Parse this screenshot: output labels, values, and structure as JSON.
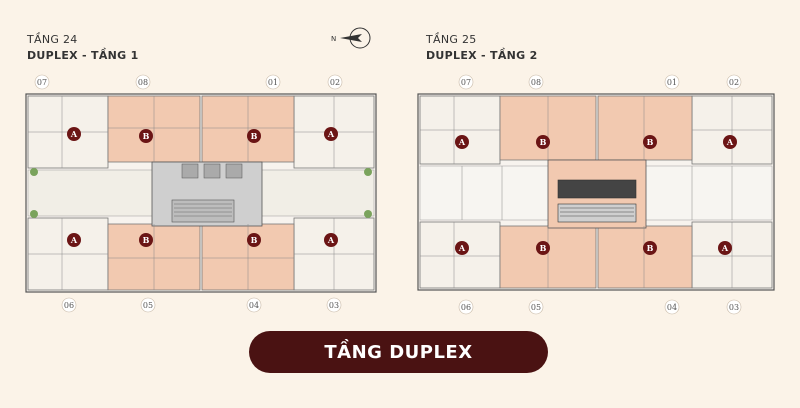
{
  "left_plan": {
    "title_line1": "TẦNG 24",
    "title_line2": "DUPLEX - TẦNG 1",
    "top_units": [
      "07",
      "08",
      "01",
      "02"
    ],
    "bottom_units": [
      "06",
      "05",
      "04",
      "03"
    ],
    "type_tags_top": [
      "A",
      "B",
      "B",
      "A"
    ],
    "type_tags_bottom": [
      "A",
      "B",
      "B",
      "A"
    ]
  },
  "right_plan": {
    "title_line1": "TẦNG 25",
    "title_line2": "DUPLEX - TẦNG 2",
    "top_units": [
      "07",
      "08",
      "01",
      "02"
    ],
    "bottom_units": [
      "06",
      "05",
      "04",
      "03"
    ],
    "type_tags_top": [
      "A",
      "B",
      "B",
      "A"
    ],
    "type_tags_bottom": [
      "A",
      "B",
      "B",
      "A"
    ]
  },
  "compass": {
    "label": "N",
    "icon": "compass-icon"
  },
  "cta_label": "TẦNG DUPLEX",
  "colors": {
    "background": "#fbf3e8",
    "unit_b_fill": "#f2c9b0",
    "core_fill": "#cfcfcf",
    "tag_fill": "#6b1515",
    "cta_fill": "#4a1212"
  }
}
